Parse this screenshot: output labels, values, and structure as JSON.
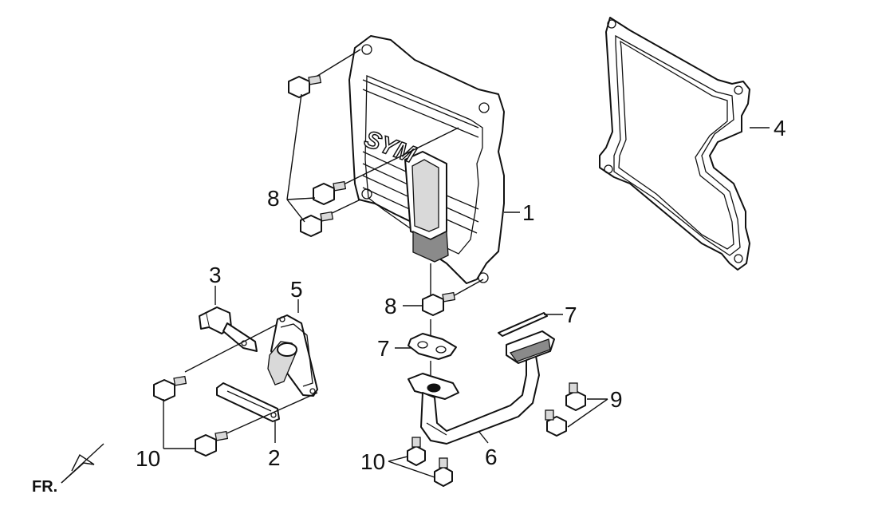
{
  "labels": {
    "part_1": "1",
    "part_2": "2",
    "part_3": "3",
    "part_4": "4",
    "part_5": "5",
    "part_6": "6",
    "part_7a": "7",
    "part_7b": "7",
    "part_8a": "8",
    "part_8b": "8",
    "part_9": "9",
    "part_10a": "10",
    "part_10b": "10",
    "front": "FR."
  },
  "logo_text": "SYM"
}
